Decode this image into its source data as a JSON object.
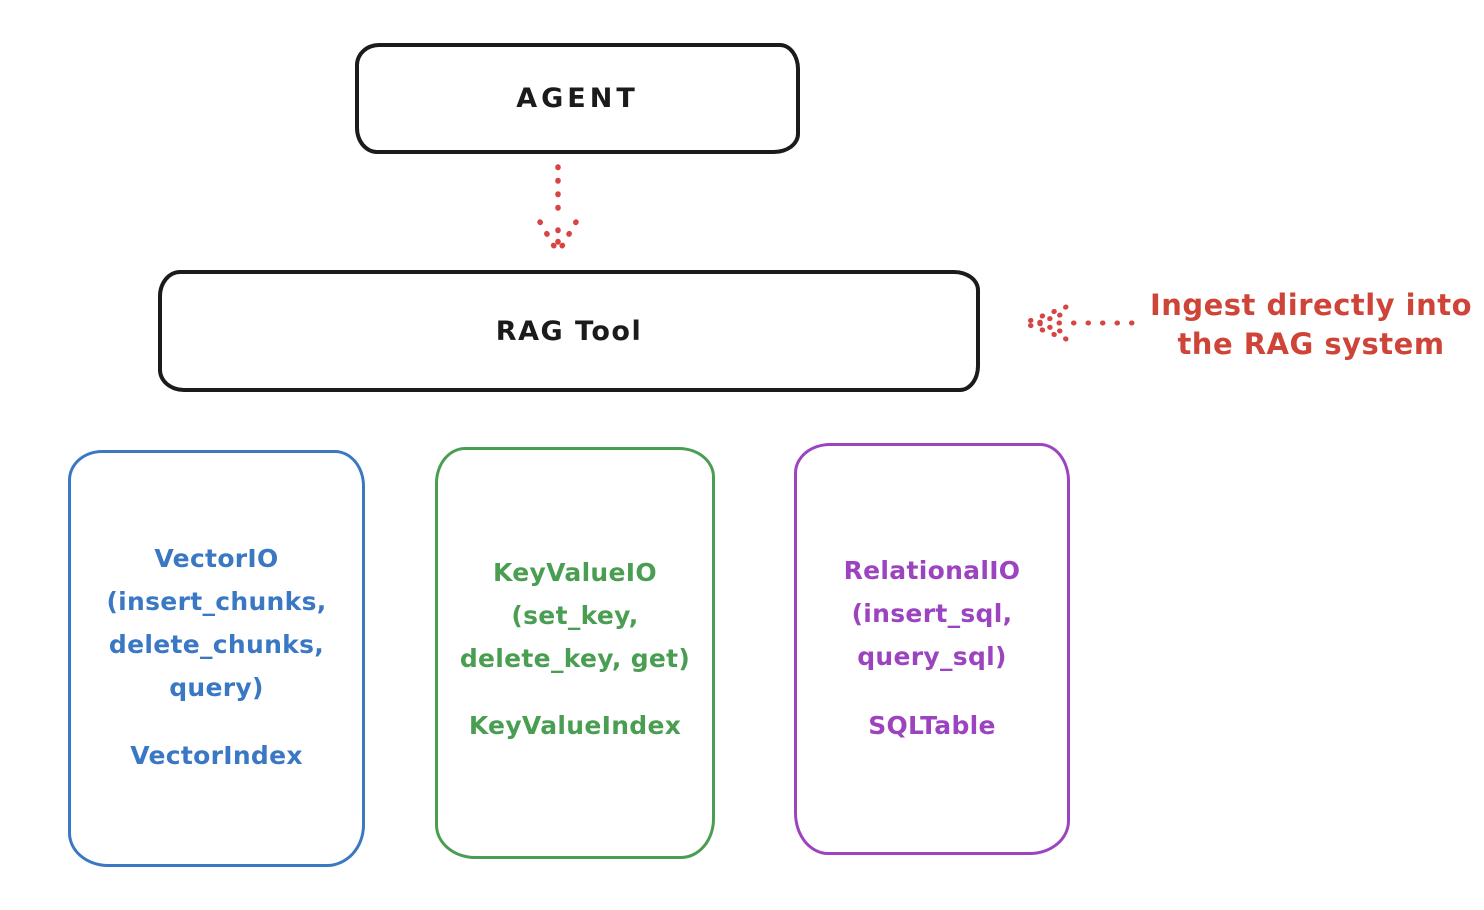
{
  "diagram": {
    "ink_color": "#1b1b1b",
    "background": "#ffffff",
    "agent": {
      "label": "AGENT"
    },
    "rag_tool": {
      "label": "RAG Tool"
    },
    "agent_to_rag_arrow": {
      "style": "dotted",
      "direction": "down",
      "color": "#d64444"
    },
    "annotation": {
      "line1": "Ingest directly into",
      "line2": "the RAG system",
      "color": "#cf4438",
      "arrow": {
        "style": "dotted",
        "direction": "left",
        "color": "#d64444"
      }
    },
    "backends": [
      {
        "name": "VectorIO",
        "color": "#3b78c4",
        "lines": [
          "VectorIO",
          "(insert_chunks,",
          "delete_chunks,",
          "query)"
        ],
        "index_label": "VectorIndex"
      },
      {
        "name": "KeyValueIO",
        "color": "#4a9e52",
        "lines": [
          "KeyValueIO",
          "(set_key,",
          "delete_key, get)"
        ],
        "index_label": "KeyValueIndex"
      },
      {
        "name": "RelationalIO",
        "color": "#9c44c0",
        "lines": [
          "RelationalIO",
          "(insert_sql,",
          "query_sql)"
        ],
        "index_label": "SQLTable"
      }
    ]
  }
}
